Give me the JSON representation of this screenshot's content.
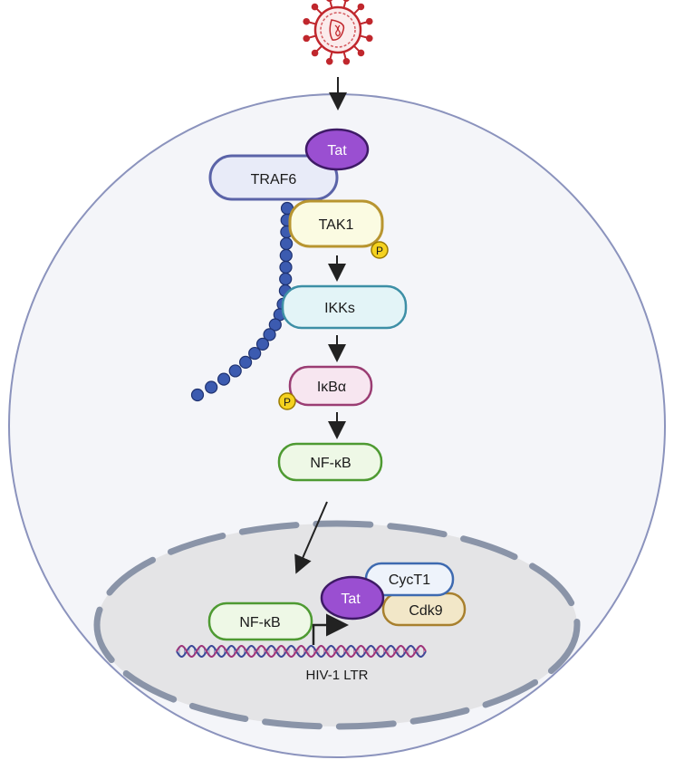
{
  "labels": {
    "tat_top": "Tat",
    "traf6": "TRAF6",
    "tak1": "TAK1",
    "phospho_tak1": "P",
    "ikks": "IKKs",
    "ikba": "IκBα",
    "phospho_ikba": "P",
    "nfkb_cyto": "NF-κB",
    "nfkb_nucleus": "NF-κB",
    "tat_nucleus": "Tat",
    "cyct1": "CycT1",
    "cdk9": "Cdk9",
    "ltr": "HIV-1 LTR"
  },
  "icons": {
    "virus": "hiv-virion-icon",
    "ubiquitin": "polyubiquitin-chain",
    "dna": "dna-double-helix"
  },
  "colors": {
    "cell_fill": "#f4f5f9",
    "cell_stroke": "#8b93bd",
    "nucleus_fill": "#e4e4e6",
    "nucleus_stroke": "#8a94a8",
    "tat_fill": "#9a4fd1",
    "tat_stroke": "#3e1a66",
    "traf6_fill": "#e8ebf8",
    "traf6_stroke": "#5a63a8",
    "tak1_fill": "#fbfbe2",
    "tak1_stroke": "#b89530",
    "ikks_fill": "#e3f4f7",
    "ikks_stroke": "#3d8fa6",
    "ikba_fill": "#f7e6f0",
    "ikba_stroke": "#9a3d73",
    "nfkb_fill": "#eef8e6",
    "nfkb_stroke": "#4e9a32",
    "cyct1_fill": "#eef3fb",
    "cyct1_stroke": "#3e6ab0",
    "cdk9_fill": "#f2e7c8",
    "cdk9_stroke": "#a8802e",
    "phospho_fill": "#f5d21f",
    "phospho_stroke": "#9a7a00",
    "ubiquitin": "#3c5bb0",
    "virus": "#c0272d",
    "dna_a": "#3c4a9a",
    "dna_b": "#a0357a"
  }
}
